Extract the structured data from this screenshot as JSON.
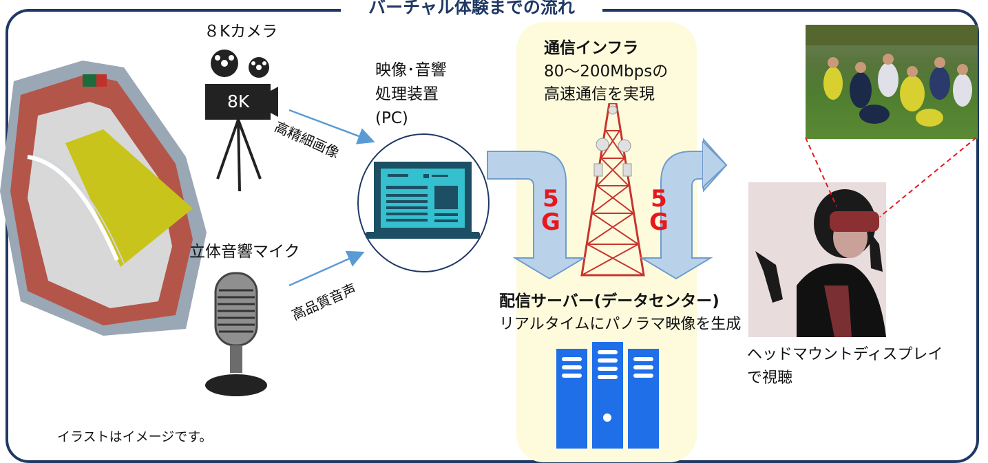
{
  "title": "バーチャル体験までの流れ",
  "camera": {
    "label": "８Kカメラ",
    "badge": "8K"
  },
  "mic": {
    "label": "立体音響マイク"
  },
  "arrows": {
    "hires": "高精細画像",
    "hq_audio": "高品質音声"
  },
  "pc": {
    "line1": "映像･音響",
    "line2": "処理装置",
    "line3": "(PC)"
  },
  "infra": {
    "title": "通信インフラ",
    "line1": "80～200Mbpsの",
    "line2": "高速通信を実現"
  },
  "fiveg": {
    "left_5": "5",
    "left_g": "G",
    "right_5": "5",
    "right_g": "G"
  },
  "server": {
    "title": "配信サーバー(データセンター)",
    "desc": "リアルタイムにパノラマ映像を生成"
  },
  "hmd": {
    "line1": "ヘッドマウントディスプレイ",
    "line2": "で視聴"
  },
  "note": "イラストはイメージです。",
  "colors": {
    "frame": "#1f3864",
    "arrow_fill": "#b9d2ea",
    "arrow_stroke": "#6f9ccd",
    "fiveg": "#e8171d",
    "server": "#1e6fe8",
    "tower": "#c7352e"
  }
}
